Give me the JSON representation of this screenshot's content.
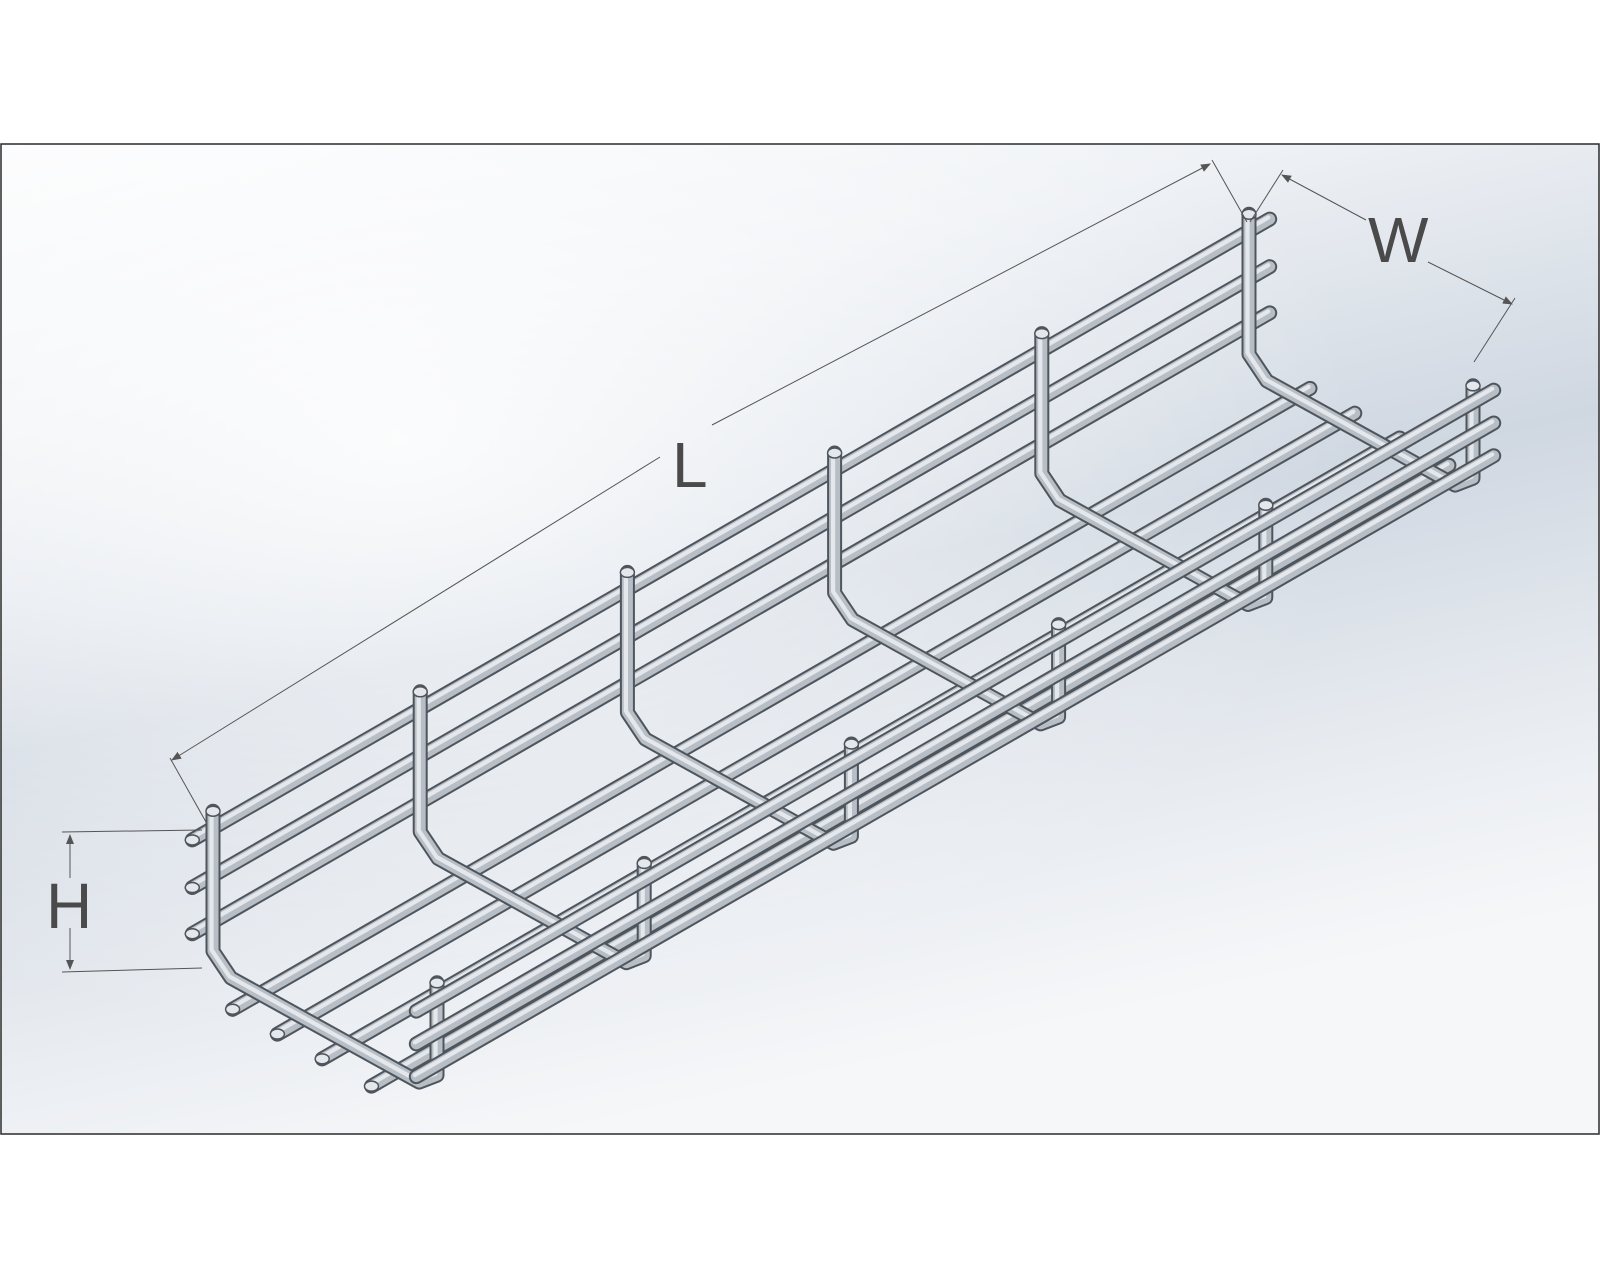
{
  "drawing": {
    "subject": "wire-mesh-cable-tray",
    "view": "isometric",
    "colors": {
      "page": "#ffffff",
      "viewport_light": "#f4f6f9",
      "viewport_dark": "#c9d2dd",
      "frame": "#2a2a2a",
      "wire_outline": "#4f555c",
      "wire_fill": "#b8bec6",
      "wire_highlight": "#e4e8ec",
      "dimension": "#555555"
    }
  },
  "dimensions": {
    "length_label": "L",
    "width_label": "W",
    "height_label": "H"
  }
}
